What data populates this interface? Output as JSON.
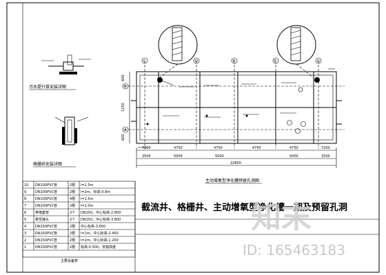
{
  "drawing": {
    "main_title": "截流井、格栅井、主动增氧型净化槽一期及预留孔洞",
    "plan_caption": "主动增氧型净化槽预留孔洞图",
    "detail_caption_1": "污水提升泵安装详图",
    "detail_caption_2": "格栅井安装详图",
    "table_caption": "主要设备表"
  },
  "grid": {
    "column_labels": [
      "C",
      "D",
      "E",
      "F",
      "G"
    ],
    "row_labels": [
      "B",
      "A"
    ],
    "spans_top": [
      "7200",
      "4750",
      "4750",
      "4750",
      "4750",
      "7200"
    ],
    "spans_middle": [
      "2500",
      "5000",
      "5000",
      "5000",
      "2500"
    ],
    "total_width": "22800",
    "left_dims": [
      "600",
      "1250",
      "600"
    ]
  },
  "table": {
    "rows": [
      [
        "10",
        "DN100PVC管",
        "2根",
        "l=1.5m"
      ],
      [
        "9",
        "DN100PVC管",
        "2根",
        "l=2m，标高-0.8m"
      ],
      [
        "8",
        "DN100PVC管",
        "4根",
        "l=1.5m"
      ],
      [
        "7",
        "DN100PVC管",
        "2根",
        "l=1.0m"
      ],
      [
        "6",
        "穿墙套管",
        "2个",
        "DN150，中心标高-2.800"
      ],
      [
        "5",
        "柔性接头",
        "2个",
        "DN150，中心标高-3.800"
      ],
      [
        "4",
        "DN150PVC管",
        "2根",
        "中心标高-3.650"
      ],
      [
        "3",
        "DN150PVC管",
        "2根",
        "l=1m，中心标高-2.450"
      ],
      [
        "2",
        "DN150PVC管",
        "2根",
        "l=1m，中心标高-1.200"
      ],
      [
        "1",
        "DN150PVC管",
        "2根",
        "标高-0.500，安装高度"
      ]
    ]
  },
  "watermark": {
    "brand": "知末",
    "id_text": "ID: 165463183"
  }
}
